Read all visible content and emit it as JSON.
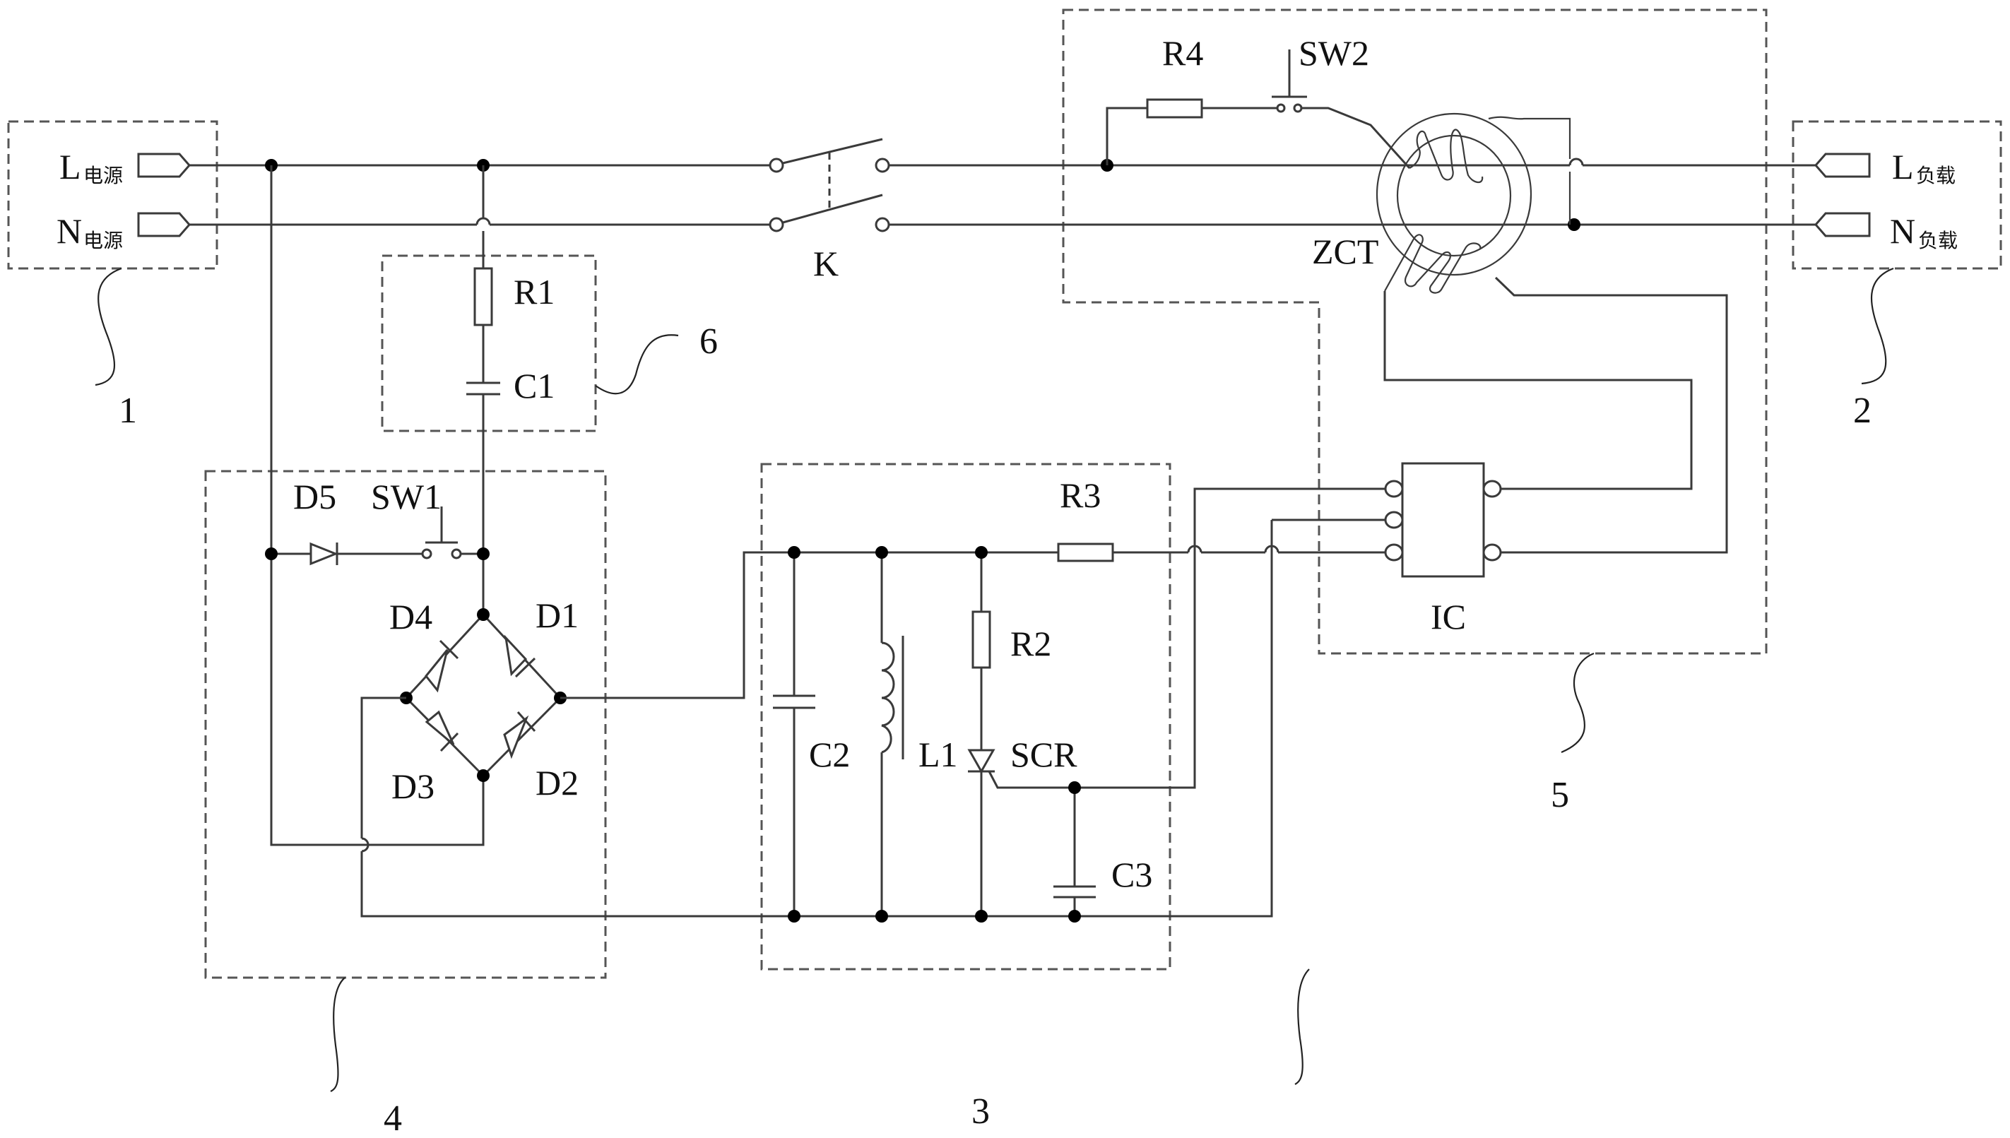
{
  "diagram": {
    "type": "circuit-schematic",
    "terminals": {
      "source_L": {
        "main": "L",
        "sub": "电源"
      },
      "source_N": {
        "main": "N",
        "sub": "电源"
      },
      "load_L": {
        "main": "L",
        "sub": "负载"
      },
      "load_N": {
        "main": "N",
        "sub": "负载"
      }
    },
    "components": {
      "K": "K",
      "R1": "R1",
      "C1": "C1",
      "D1": "D1",
      "D2": "D2",
      "D3": "D3",
      "D4": "D4",
      "D5": "D5",
      "SW1": "SW1",
      "SW2": "SW2",
      "R2": "R2",
      "R3": "R3",
      "R4": "R4",
      "C2": "C2",
      "C3": "C3",
      "L1": "L1",
      "SCR": "SCR",
      "ZCT": "ZCT",
      "IC": "IC"
    },
    "module_numbers": {
      "m1": "1",
      "m2": "2",
      "m3": "3",
      "m4": "4",
      "m5": "5",
      "m6": "6"
    }
  }
}
